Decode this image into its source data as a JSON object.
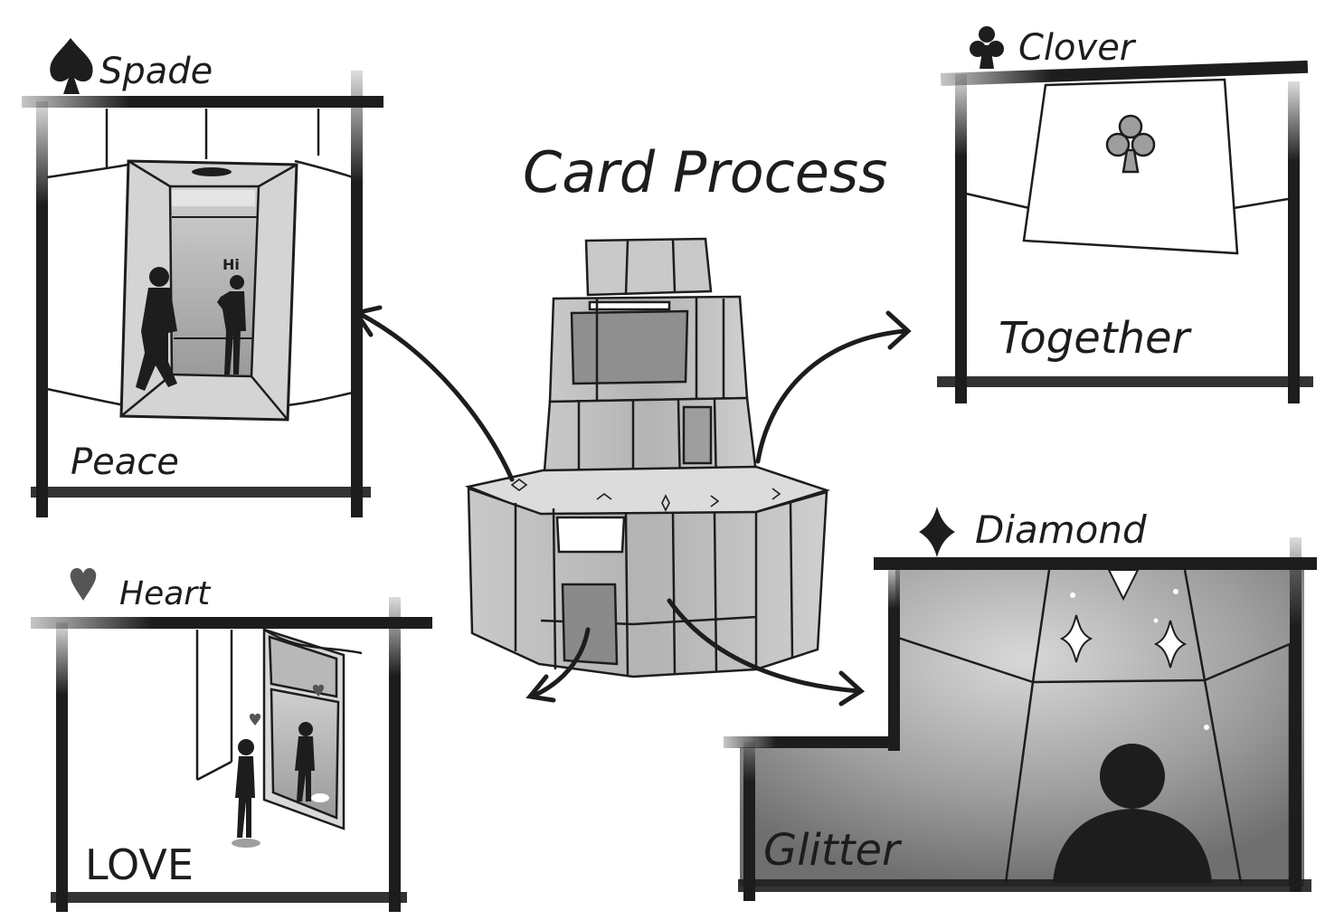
{
  "title": "Card Process",
  "panels": {
    "spade": {
      "suit": "Spade",
      "caption": "Peace",
      "speech": "Hi"
    },
    "clover": {
      "suit": "Clover",
      "caption": "Together"
    },
    "heart": {
      "suit": "Heart",
      "caption": "LOVE"
    },
    "diamond": {
      "suit": "Diamond",
      "caption": "Glitter"
    }
  },
  "icons": [
    "spade-icon",
    "club-icon",
    "heart-icon",
    "diamond-icon"
  ],
  "colors": {
    "ink": "#1d1d1d",
    "paper": "#ffffff",
    "grey_wash": "#a8a8a8",
    "dark_wash": "#6f6f6f"
  }
}
